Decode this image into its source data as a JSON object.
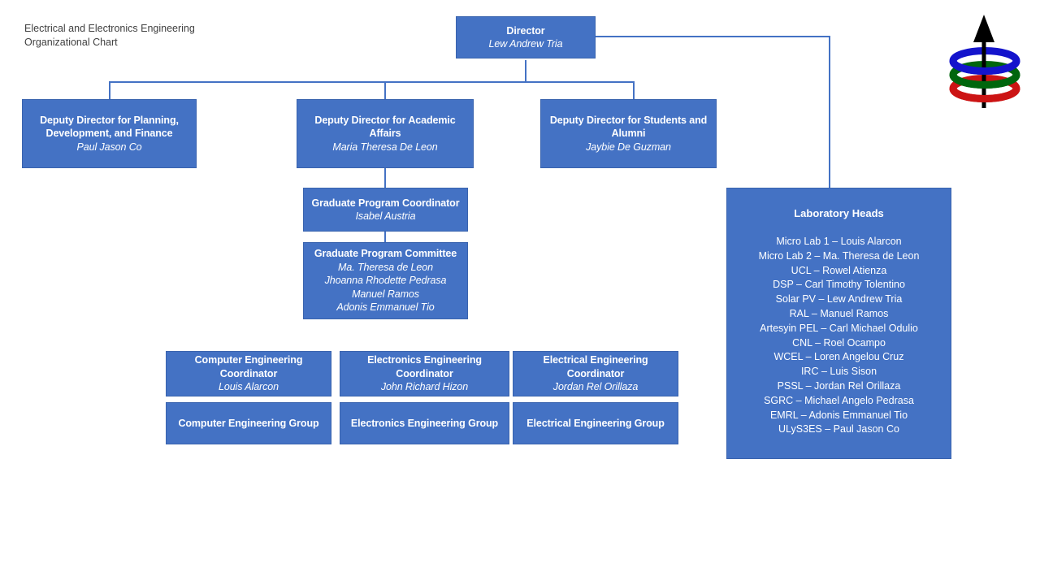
{
  "chart": {
    "title": "Electrical and Electronics Engineering\nOrganizational Chart",
    "colors": {
      "node_fill": "#4472C4",
      "node_border": "#3963AE",
      "connector": "#4472C4",
      "title_text": "#404040",
      "node_text": "#FFFFFF"
    }
  },
  "logo": {
    "name": "eee-rings-arrow-logo",
    "ring_top_color": "#1414CC",
    "ring_middle_color": "#00660D",
    "ring_bottom_color": "#CC1414",
    "arrow_color": "#000000"
  },
  "nodes": {
    "director": {
      "title": "Director",
      "person": "Lew Andrew Tria"
    },
    "deputy_planning": {
      "title": "Deputy Director for Planning, Development, and Finance",
      "person": "Paul Jason Co"
    },
    "deputy_academic": {
      "title": "Deputy Director for Academic Affairs",
      "person": "Maria Theresa De Leon"
    },
    "deputy_students": {
      "title": "Deputy Director for Students and Alumni",
      "person": "Jaybie De Guzman"
    },
    "grad_coordinator": {
      "title": "Graduate Program Coordinator",
      "person": "Isabel Austria"
    },
    "grad_committee": {
      "title": "Graduate Program  Committee",
      "members": [
        "Ma. Theresa de Leon",
        "Jhoanna Rhodette Pedrasa",
        "Manuel Ramos",
        "Adonis Emmanuel Tio"
      ]
    },
    "computer_coordinator": {
      "title": "Computer Engineering Coordinator",
      "person": "Louis Alarcon"
    },
    "electronics_coordinator": {
      "title": "Electronics Engineering Coordinator",
      "person": "John Richard Hizon"
    },
    "electrical_coordinator": {
      "title": "Electrical Engineering Coordinator",
      "person": "Jordan Rel Orillaza"
    },
    "computer_group": {
      "title": "Computer Engineering Group"
    },
    "electronics_group": {
      "title": "Electronics Engineering Group"
    },
    "electrical_group": {
      "title": "Electrical Engineering Group"
    }
  },
  "lab_heads": {
    "title": "Laboratory Heads",
    "entries": [
      "Micro Lab 1 – Louis Alarcon",
      "Micro Lab 2 – Ma. Theresa de Leon",
      "UCL –  Rowel Atienza",
      "DSP –  Carl Timothy Tolentino",
      "Solar PV – Lew Andrew Tria",
      "RAL –  Manuel Ramos",
      "Artesyin PEL – Carl Michael Odulio",
      "CNL –  Roel Ocampo",
      "WCEL – Loren Angelou Cruz",
      "IRC – Luis Sison",
      "PSSL – Jordan Rel Orillaza",
      "SGRC – Michael Angelo Pedrasa",
      "EMRL –  Adonis Emmanuel Tio",
      "ULyS3ES – Paul Jason Co"
    ]
  }
}
